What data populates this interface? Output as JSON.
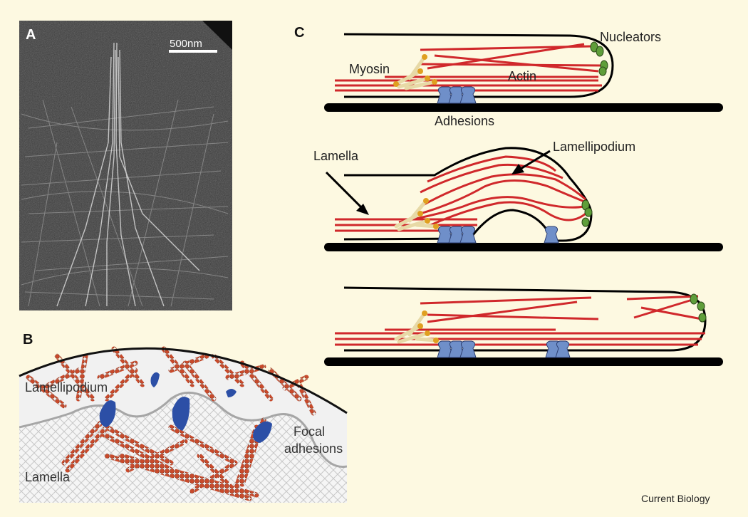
{
  "panels": {
    "a": {
      "letter": "A",
      "scalebar_label": "500nm"
    },
    "b": {
      "letter": "B",
      "labels": {
        "lamellipodium": "Lamellipodium",
        "focal_line1": "Focal",
        "focal_line2": "adhesions",
        "lamella": "Lamella"
      }
    },
    "c": {
      "letter": "C",
      "labels": {
        "nucleators": "Nucleators",
        "myosin": "Myosin",
        "actin": "Actin",
        "adhesions": "Adhesions",
        "lamella": "Lamella",
        "lamellipodium": "Lamellipodium"
      }
    }
  },
  "footer": "Current Biology",
  "colors": {
    "background": "#fdf9e1",
    "actin": "#d0282b",
    "adhesion": "#6f8fc9",
    "nucleator": "#5f9e3a",
    "myosin_head": "#e0a020",
    "filament_bead": "#c94a2b",
    "focal_blob": "#2c4fa6"
  }
}
